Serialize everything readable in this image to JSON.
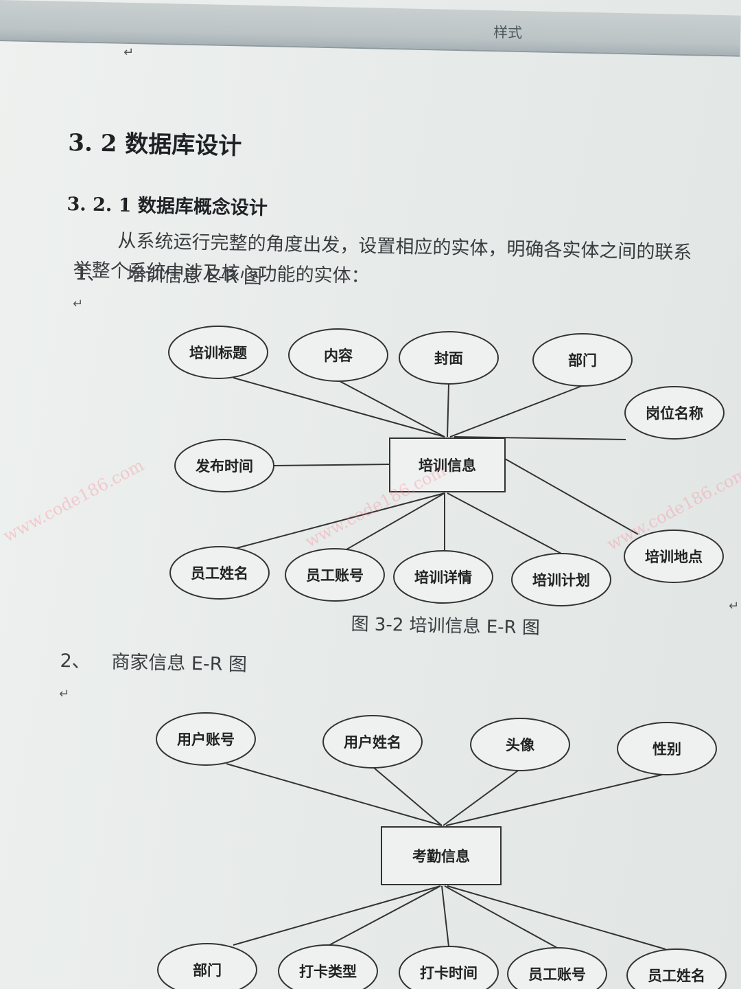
{
  "ribbon": {
    "group_label": "样式"
  },
  "document": {
    "heading2": "3. 2 数据库设计",
    "heading3": "3. 2. 1 数据库概念设计",
    "paragraph_line1": "从系统运行完整的角度出发，设置相应的实体，明确各实体之间的联系",
    "paragraph_line2": "举整个系统中涉及核心功能的实体：",
    "list_item_1": {
      "num": "1、",
      "label": "培训信息 E-R 图"
    },
    "list_item_2": {
      "num": "2、",
      "label": "商家信息 E-R 图"
    },
    "figure_caption": "图 3-2 培训信息 E-R 图",
    "para_mark": "↵"
  },
  "diagram1": {
    "entity": "培训信息",
    "attributes": [
      "培训标题",
      "内容",
      "封面",
      "部门",
      "岗位名称",
      "发布时间",
      "培训地点",
      "员工姓名",
      "员工账号",
      "培训详情",
      "培训计划"
    ]
  },
  "diagram2": {
    "entity": "考勤信息",
    "attributes": [
      "用户账号",
      "用户姓名",
      "头像",
      "性别",
      "部门",
      "打卡类型",
      "打卡时间",
      "员工账号",
      "员工姓名"
    ]
  },
  "watermark": "www.code186.com",
  "colors": {
    "ribbon": "#bcc4c6",
    "page": "#e7ebe9",
    "text": "#3a3d40",
    "watermark": "#ff788c"
  }
}
